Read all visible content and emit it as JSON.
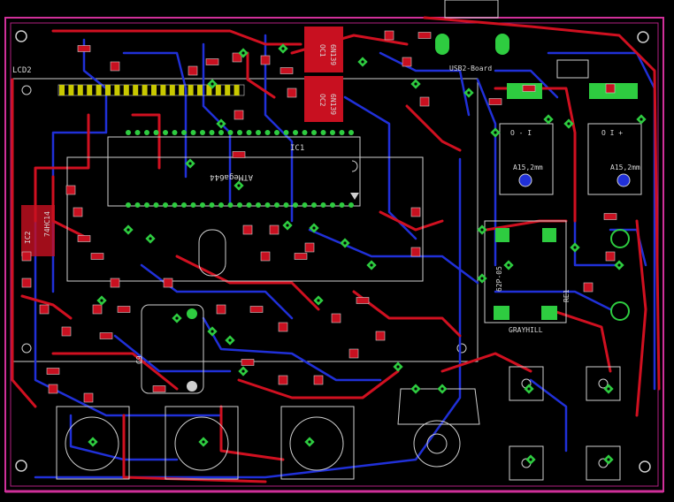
{
  "board": {
    "colors": {
      "background": "#000000",
      "top_copper": "#d01020",
      "bottom_copper": "#2030d8",
      "pad": "#2ecc40",
      "silkscreen": "#cfcfcf",
      "board_edge": "#d0309a"
    }
  },
  "labels": {
    "lcd": "LCD2",
    "ic1": "IC1",
    "mcu": "ATMega644",
    "ic2": "IC2",
    "ic2_part": "74HC14",
    "oc1": "OC1",
    "oc1_part": "6N139",
    "oc2": "OC2",
    "oc2_part": "6N139",
    "reg_left": "A15,2mm",
    "reg_right": "A15,2mm",
    "reg_pins": "O - I",
    "reg_pins_right": "O I +",
    "relay": "RE1",
    "relay_part": "62P-05",
    "grayhill": "GRAYHILL",
    "usb": "USB2-Board",
    "c9": "C9"
  }
}
